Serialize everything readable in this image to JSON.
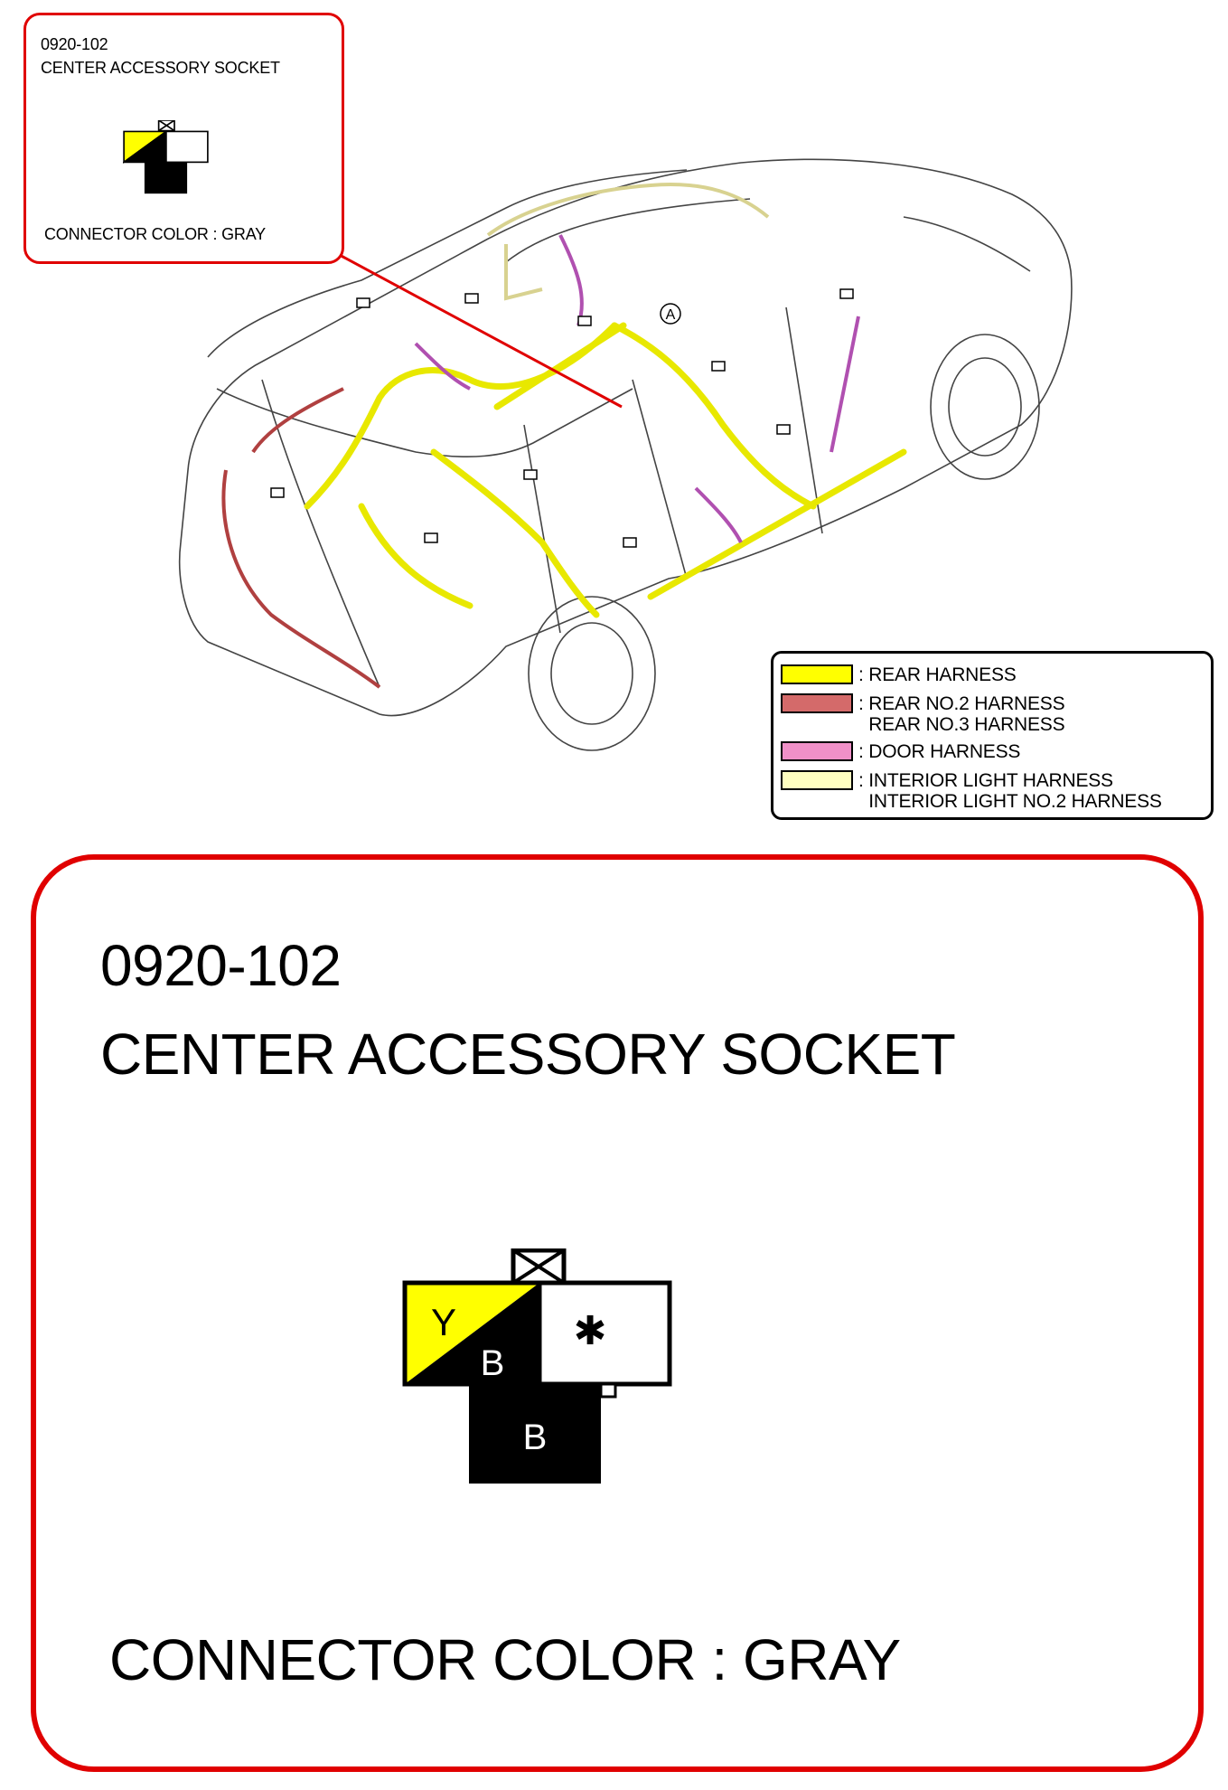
{
  "callout_small": {
    "code": "0920-102",
    "name": "CENTER ACCESSORY SOCKET",
    "connector_color": "CONNECTOR COLOR : GRAY"
  },
  "callout_large": {
    "code": "0920-102",
    "name": "CENTER ACCESSORY SOCKET",
    "connector_color": "CONNECTOR COLOR : GRAY"
  },
  "connector": {
    "terminal_yellow": "Y",
    "terminal_black_1": "B",
    "terminal_black_2": "B",
    "terminal_open": "✱"
  },
  "vehicle": {
    "marker": "A"
  },
  "legend": [
    {
      "label": ": REAR HARNESS",
      "color": "#ffff00"
    },
    {
      "label": ": REAR NO.2 HARNESS\n  REAR NO.3 HARNESS",
      "color": "#d46a6a"
    },
    {
      "label": ": DOOR HARNESS",
      "color": "#f090c8"
    },
    {
      "label": ": INTERIOR LIGHT HARNESS\n  INTERIOR LIGHT NO.2 HARNESS",
      "color": "#ffffc0"
    }
  ]
}
